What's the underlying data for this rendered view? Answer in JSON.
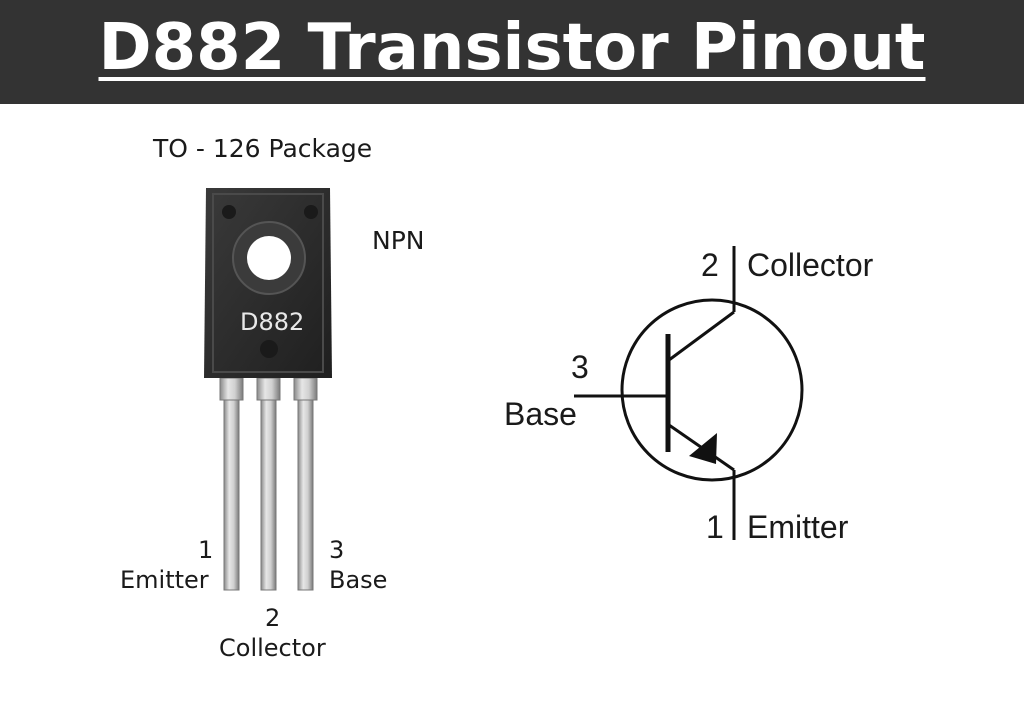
{
  "title": "D882 Transistor Pinout",
  "package": {
    "label": "TO - 126 Package",
    "marking": "D882",
    "type": "NPN",
    "pins": [
      {
        "number": "1",
        "name": "Emitter"
      },
      {
        "number": "2",
        "name": "Collector"
      },
      {
        "number": "3",
        "name": "Base"
      }
    ]
  },
  "symbol": {
    "collector": {
      "number": "2",
      "name": "Collector"
    },
    "base": {
      "number": "3",
      "name": "Base"
    },
    "emitter": {
      "number": "1",
      "name": "Emitter"
    }
  },
  "colors": {
    "header_bg": "#333333",
    "title": "#ffffff",
    "body_dark": "#2b2b2b",
    "lead": "#c9c9c9"
  }
}
